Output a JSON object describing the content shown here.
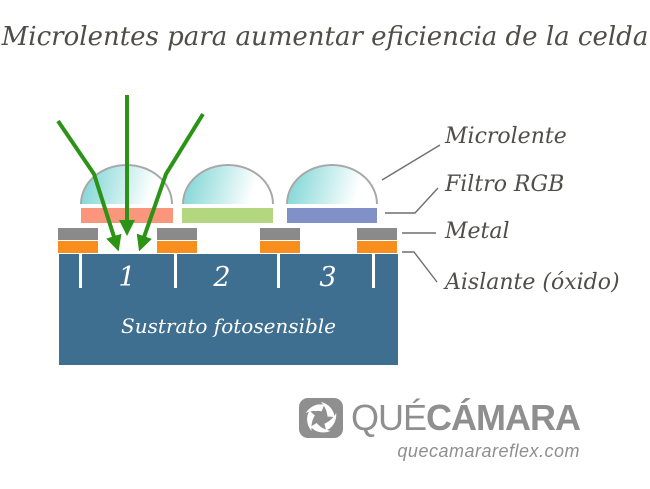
{
  "title": "Microlentes para aumentar eficiencia de la celda",
  "diagram": {
    "substrate_label": "Sustrato fotosensible",
    "cells": [
      {
        "number": "1"
      },
      {
        "number": "2"
      },
      {
        "number": "3"
      }
    ],
    "labels": {
      "microlens": "Microlente",
      "filter_rgb": "Filtro RGB",
      "metal": "Metal",
      "insulator": "Aislante (óxido)"
    },
    "colors": {
      "microlens_fill": "#8EDADA",
      "microlens_stroke": "#A8A8A8",
      "filter_red": "#F9967C",
      "filter_green": "#B2D77F",
      "filter_blue": "#8191C8",
      "metal_gray": "#8A8A8A",
      "oxide_orange": "#F78E1E",
      "substrate_blue": "#3E6E90",
      "light_ray_green": "#2B9315",
      "leader_line_gray": "#6F6F6F",
      "label_text": "#4F4E49"
    }
  },
  "logo": {
    "brand_prefix": "QUÉ",
    "brand_suffix": "CÁMARA",
    "website": "quecamarareflex.com",
    "color": "#8F8F8F",
    "icon": "camera-aperture-icon"
  }
}
